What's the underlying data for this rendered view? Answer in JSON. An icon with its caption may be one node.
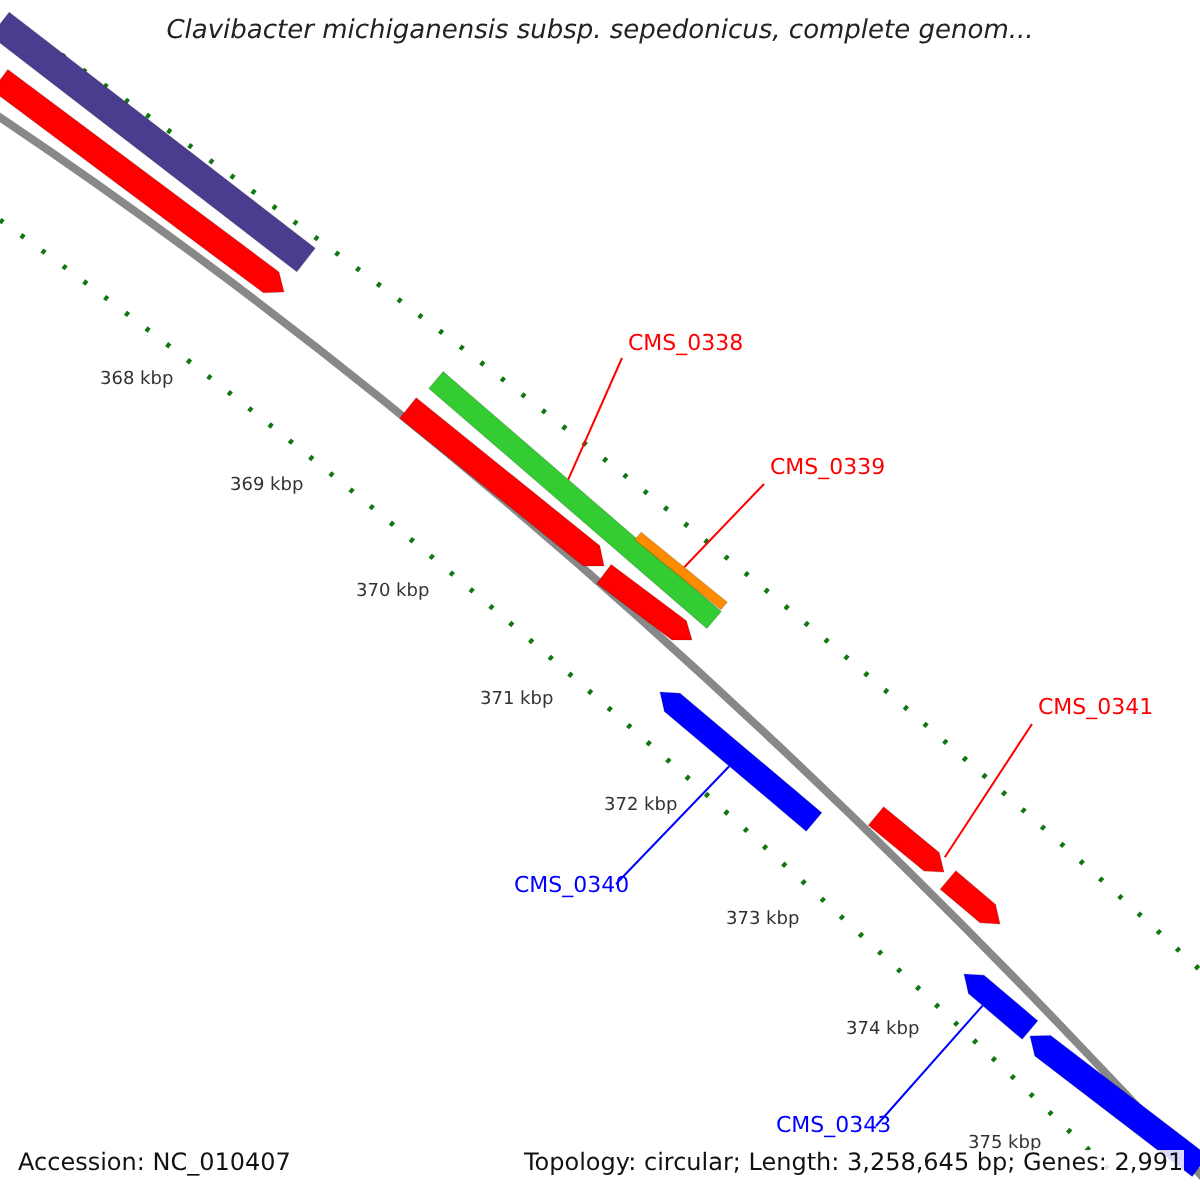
{
  "diagram": {
    "title": "Clavibacter michiganensis subsp. sepedonicus, complete genom...",
    "nodes": [
      {
        "text": [
          "CMS_0338"
        ]
      },
      {
        "text": [],
        "shape": "bar"
      },
      {
        "text": [
          "CMS_0339"
        ]
      },
      {
        "text": [],
        "shape": "bar"
      },
      {
        "text": [
          "CMS_0341"
        ]
      },
      {
        "text": [],
        "shape": "arrow"
      },
      {
        "text": [
          "CMS_0340"
        ]
      },
      {
        "text": [],
        "shape": "arrow"
      },
      {
        "text": [
          "CMS_0343"
        ]
      },
      {
        "text": [],
        "shape": "arrow"
      },
      {
        "text": [],
        "shape": "bar"
      },
      {
        "text": [],
        "shape": "arrow"
      },
      {
        "text": [],
        "shape": "arrow"
      },
      {
        "text": [],
        "shape": "arrow"
      },
      {
        "text": [],
        "shape": "arrow"
      },
      {
        "text": [],
        "shape": "arrow"
      }
    ],
    "edges": [
      {
        "from": 0,
        "to": 1,
        "arrow": "none"
      },
      {
        "from": 2,
        "to": 3,
        "arrow": "none"
      },
      {
        "from": 4,
        "to": 5,
        "arrow": "none"
      },
      {
        "from": 6,
        "to": 7,
        "arrow": "none",
        "color": "#0000ff"
      },
      {
        "from": 8,
        "to": 9,
        "arrow": "none",
        "color": "#0000ff"
      }
    ],
    "labels": [
      "368 kbp",
      "369 kbp",
      "370 kbp",
      "371 kbp",
      "372 kbp",
      "373 kbp",
      "374 kbp",
      "375 kbp",
      "Accession: NC_010407",
      "Topology: circular; Length: 3,258,645 bp; Genes: 2,991"
    ]
  }
}
